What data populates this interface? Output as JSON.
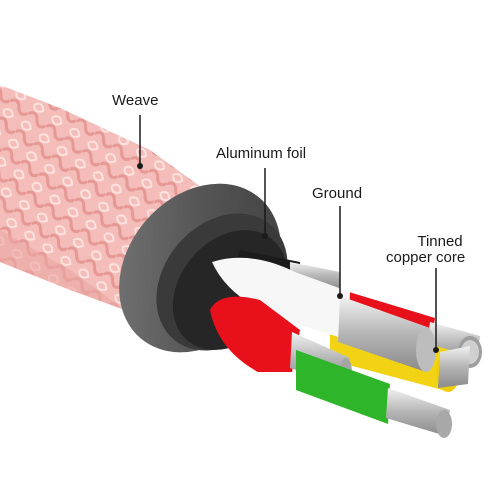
{
  "labels": {
    "weave": "Weave",
    "aluminum_foil": "Aluminum foil",
    "ground": "Ground",
    "tinned_line1": "Tinned",
    "tinned_line2": "copper core"
  },
  "colors": {
    "braid": "#f2b3b0",
    "braid_dark": "#e29591",
    "jacket": "#5a5a5a",
    "foil": "#2b2b2b",
    "red": "#e8111b",
    "white": "#f7f7f7",
    "yellow": "#f2d313",
    "green": "#2fb52a",
    "copper": "#c9c9c9",
    "leader": "#1a1a1a"
  }
}
